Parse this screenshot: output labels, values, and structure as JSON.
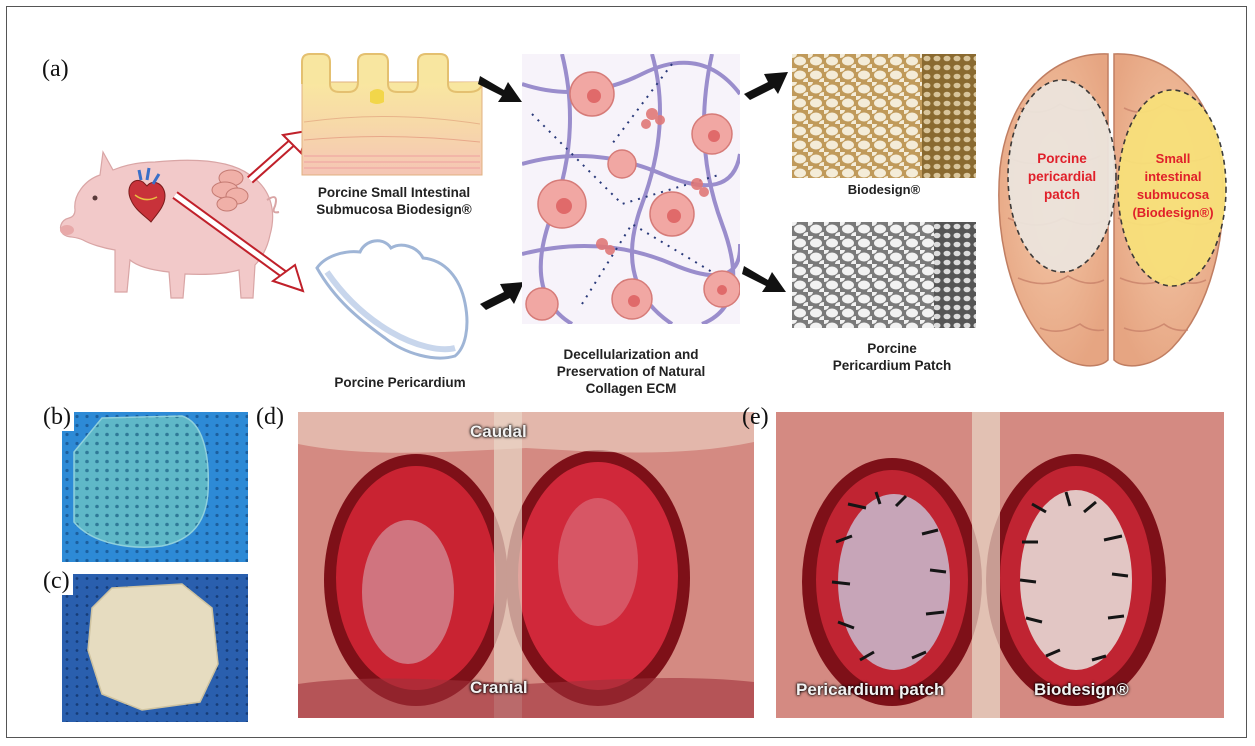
{
  "panels": {
    "a": "(a)",
    "b": "(b)",
    "c": "(c)",
    "d": "(d)",
    "e": "(e)"
  },
  "schematic": {
    "sis_caption_line1": "Porcine Small Intestinal",
    "sis_caption_line2": "Submucosa Biodesign®",
    "pericardium_caption": "Porcine Pericardium",
    "ecm_caption_line1": "Decellularization and",
    "ecm_caption_line2": "Preservation of Natural",
    "ecm_caption_line3": "Collagen ECM",
    "biodesign_caption": "Biodesign®",
    "patch_caption_line1": "Porcine",
    "patch_caption_line2": "Pericardium Patch"
  },
  "brain": {
    "left_line1": "Porcine",
    "left_line2": "pericardial",
    "left_line3": "patch",
    "right_line1": "Small",
    "right_line2": "intestinal",
    "right_line3": "submucosa",
    "right_line4": "(Biodesign®)"
  },
  "photo_d": {
    "top_label": "Caudal",
    "bottom_label": "Cranial"
  },
  "photo_e": {
    "left_label": "Pericardium patch",
    "right_label": "Biodesign®"
  },
  "colors": {
    "label_red": "#e0202a",
    "surgical_red": "#b8202a",
    "drape_blue": "#2f8fd9",
    "biodesign_tan": "#a07a3a"
  }
}
